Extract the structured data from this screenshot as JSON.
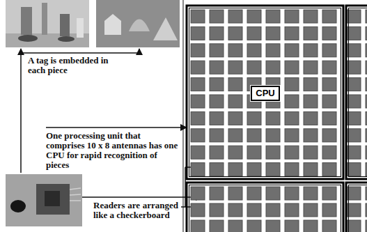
{
  "diagram": {
    "nodes": [
      {
        "text": [
          "CPU"
        ]
      }
    ],
    "labels": [
      "A tag is embedded in each piece",
      "One processing unit that comprises 10 x 8 antennas has one CPU for rapid recognition of pieces",
      "Readers are arranged like a checkerboard"
    ]
  }
}
